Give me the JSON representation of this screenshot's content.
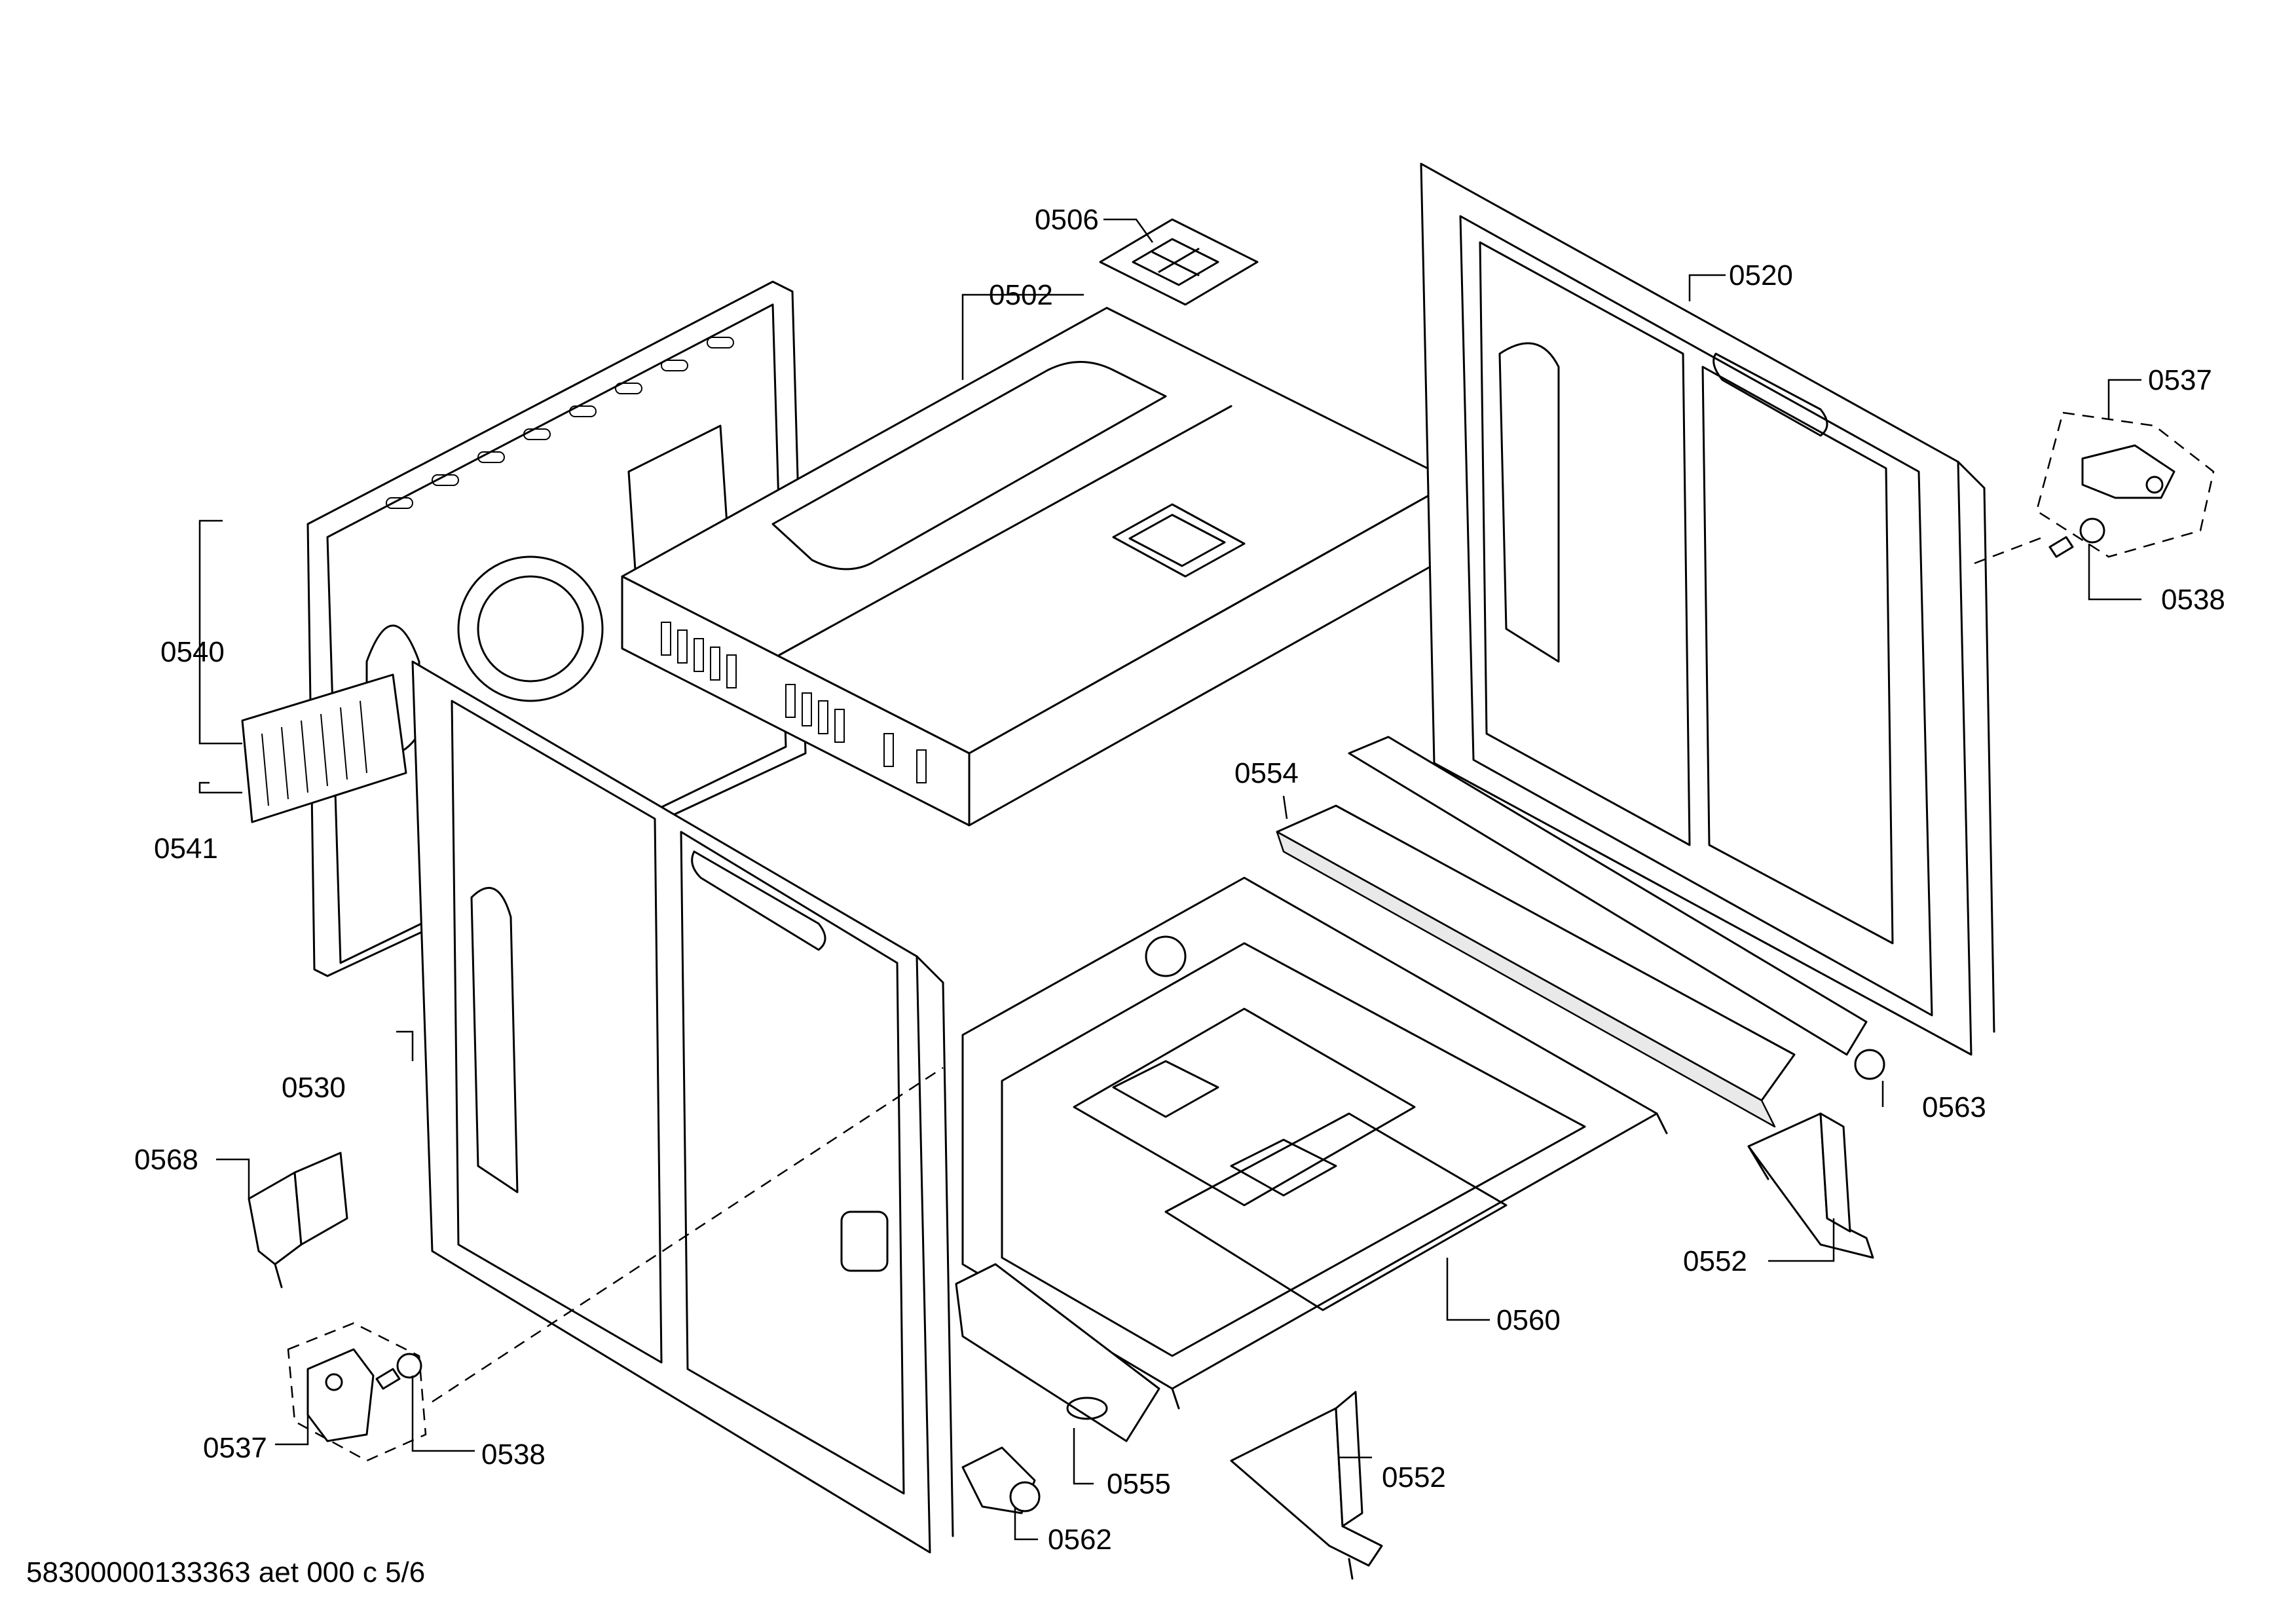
{
  "labels": {
    "l0506": "0506",
    "l0502": "0502",
    "l0520": "0520",
    "l0537a": "0537",
    "l0538a": "0538",
    "l0540": "0540",
    "l0541": "0541",
    "l0554": "0554",
    "l0563": "0563",
    "l0530": "0530",
    "l0568": "0568",
    "l0552a": "0552",
    "l0560": "0560",
    "l0537b": "0537",
    "l0538b": "0538",
    "l0555": "0555",
    "l0552b": "0552",
    "l0562": "0562"
  },
  "footer": "58300000133363 aet 000 c 5/6"
}
